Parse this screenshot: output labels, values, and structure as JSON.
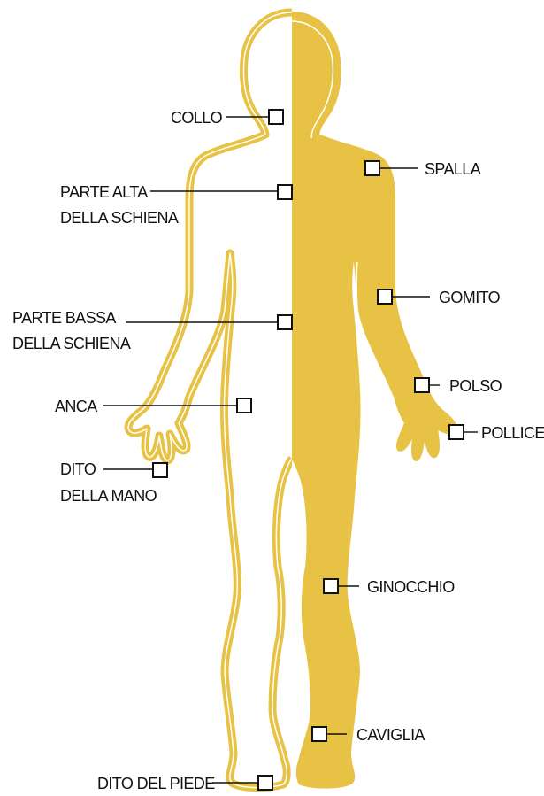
{
  "colors": {
    "body_fill": "#e8c244",
    "body_outline": "#e8c244",
    "inner_line": "#ffffff",
    "marker_stroke": "#111111",
    "text": "#111111"
  },
  "labels": {
    "collo": "COLLO",
    "parte_alta_1": "PARTE ALTA",
    "parte_alta_2": "DELLA SCHIENA",
    "parte_bassa_1": "PARTE BASSA",
    "parte_bassa_2": "DELLA SCHIENA",
    "anca": "ANCA",
    "dito_mano_1": "DITO",
    "dito_mano_2": "DELLA MANO",
    "dito_piede": "DITO DEL PIEDE",
    "spalla": "SPALLA",
    "gomito": "GOMITO",
    "polso": "POLSO",
    "pollice": "POLLICE",
    "ginocchio": "GINOCCHIO",
    "caviglia": "CAVIGLIA"
  }
}
